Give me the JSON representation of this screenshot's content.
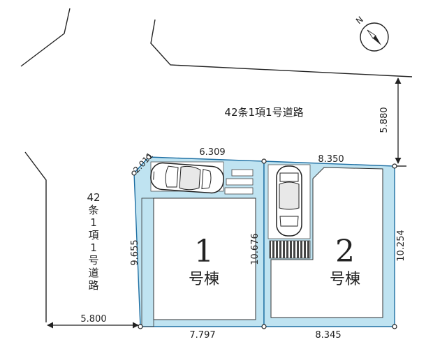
{
  "road_north": {
    "label": "42条1項1号道路",
    "width_label": "5.880"
  },
  "road_west": {
    "chars": [
      "42",
      "条",
      "1",
      "項",
      "1",
      "号",
      "道",
      "路"
    ],
    "width_label": "5.800"
  },
  "compass": {
    "north_letter": "N"
  },
  "lot_1": {
    "number": "1",
    "name": "号棟",
    "edge_corner": "2.011",
    "edge_top": "6.309",
    "edge_left": "9.655",
    "edge_bottom": "7.797"
  },
  "lot_2": {
    "number": "2",
    "name": "号棟",
    "edge_top": "8.350",
    "edge_right": "10.254",
    "edge_bottom": "8.345"
  },
  "shared_edge": "10.676",
  "colors": {
    "lot_fill": "#bfe3f1",
    "lot_stroke": "#1e6fa3",
    "line": "#222222",
    "paper": "#ffffff"
  }
}
